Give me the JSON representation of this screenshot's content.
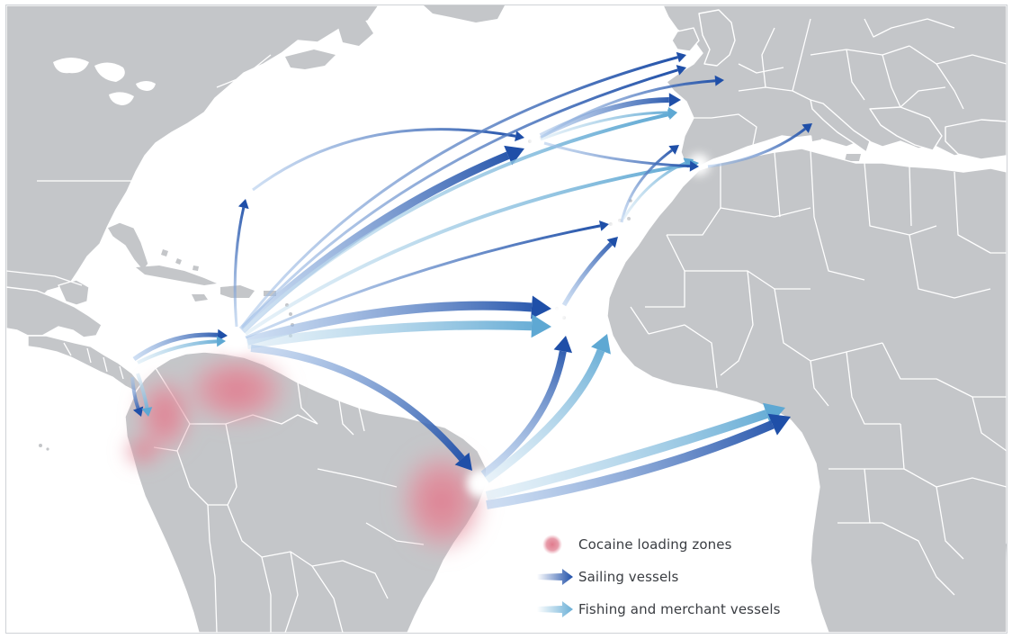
{
  "legend": {
    "items": [
      {
        "id": "loading",
        "label": "Cocaine loading zones",
        "color": "#e07a8c"
      },
      {
        "id": "sailing",
        "label": "Sailing vessels",
        "color": "#1f4fa8"
      },
      {
        "id": "fishing",
        "label": "Fishing and merchant vessels",
        "color": "#6aafd6"
      }
    ]
  },
  "colors": {
    "land": "#c4c6c9",
    "water": "#ffffff",
    "borders": "#ffffff",
    "sailing_dark": "#1f4fa8",
    "sailing_light": "#a9c6ea",
    "fishing_dark": "#5ea8d3",
    "fishing_light": "#d6e8f4",
    "loading_zone": "#e07a8c"
  }
}
